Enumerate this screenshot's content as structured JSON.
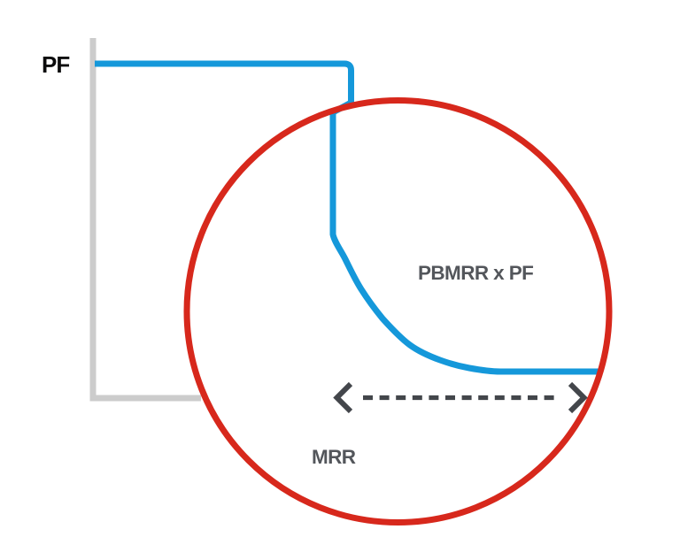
{
  "diagram": {
    "labels": {
      "y_axis": "PF",
      "curve": "PBMRR x PF",
      "x_axis": "MRR"
    },
    "icons": {
      "left_arrow": "chevron-left-icon",
      "right_arrow": "chevron-right-icon"
    },
    "colors": {
      "background": "#ffffff",
      "axis_gray": "#cccccc",
      "curve_blue": "#1598da",
      "circle_red": "#d7281c",
      "arrow_dark": "#43464b",
      "label_gray": "#53565b",
      "label_black": "#0b0b0c"
    }
  }
}
